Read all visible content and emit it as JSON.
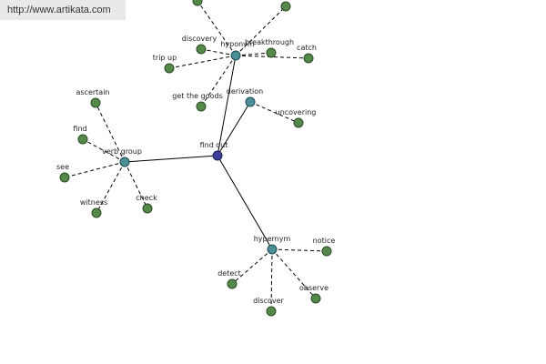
{
  "watermark": "http://www.artikata.com",
  "colors": {
    "root": "#3b3f9a",
    "relation": "#4a8f96",
    "word": "#55894a"
  },
  "graph": {
    "root": {
      "id": "root",
      "label": "find out"
    },
    "relations": [
      {
        "id": "hyponym",
        "label": "hyponym"
      },
      {
        "id": "derivation",
        "label": "derivation"
      },
      {
        "id": "verbgroup",
        "label": "verb group"
      },
      {
        "id": "hypernym",
        "label": "hypernym"
      }
    ],
    "words": [
      {
        "id": "t1",
        "parent": "hyponym",
        "label": ""
      },
      {
        "id": "t2",
        "parent": "hyponym",
        "label": ""
      },
      {
        "id": "discovery",
        "parent": "hyponym",
        "label": "discovery"
      },
      {
        "id": "breakthrough",
        "parent": "hyponym",
        "label": "breakthrough"
      },
      {
        "id": "catch",
        "parent": "hyponym",
        "label": "catch"
      },
      {
        "id": "tripup",
        "parent": "hyponym",
        "label": "trip up"
      },
      {
        "id": "getgoods",
        "parent": "hyponym",
        "label": "get the goods"
      },
      {
        "id": "uncovering",
        "parent": "derivation",
        "label": "uncovering"
      },
      {
        "id": "ascertain",
        "parent": "verbgroup",
        "label": "ascertain"
      },
      {
        "id": "find",
        "parent": "verbgroup",
        "label": "find"
      },
      {
        "id": "see",
        "parent": "verbgroup",
        "label": "see"
      },
      {
        "id": "witness",
        "parent": "verbgroup",
        "label": "witness"
      },
      {
        "id": "check",
        "parent": "verbgroup",
        "label": "check"
      },
      {
        "id": "notice",
        "parent": "hypernym",
        "label": "notice"
      },
      {
        "id": "detect",
        "parent": "hypernym",
        "label": "detect"
      },
      {
        "id": "discover",
        "parent": "hypernym",
        "label": "discover"
      },
      {
        "id": "observe",
        "parent": "hypernym",
        "label": "observe"
      }
    ]
  }
}
